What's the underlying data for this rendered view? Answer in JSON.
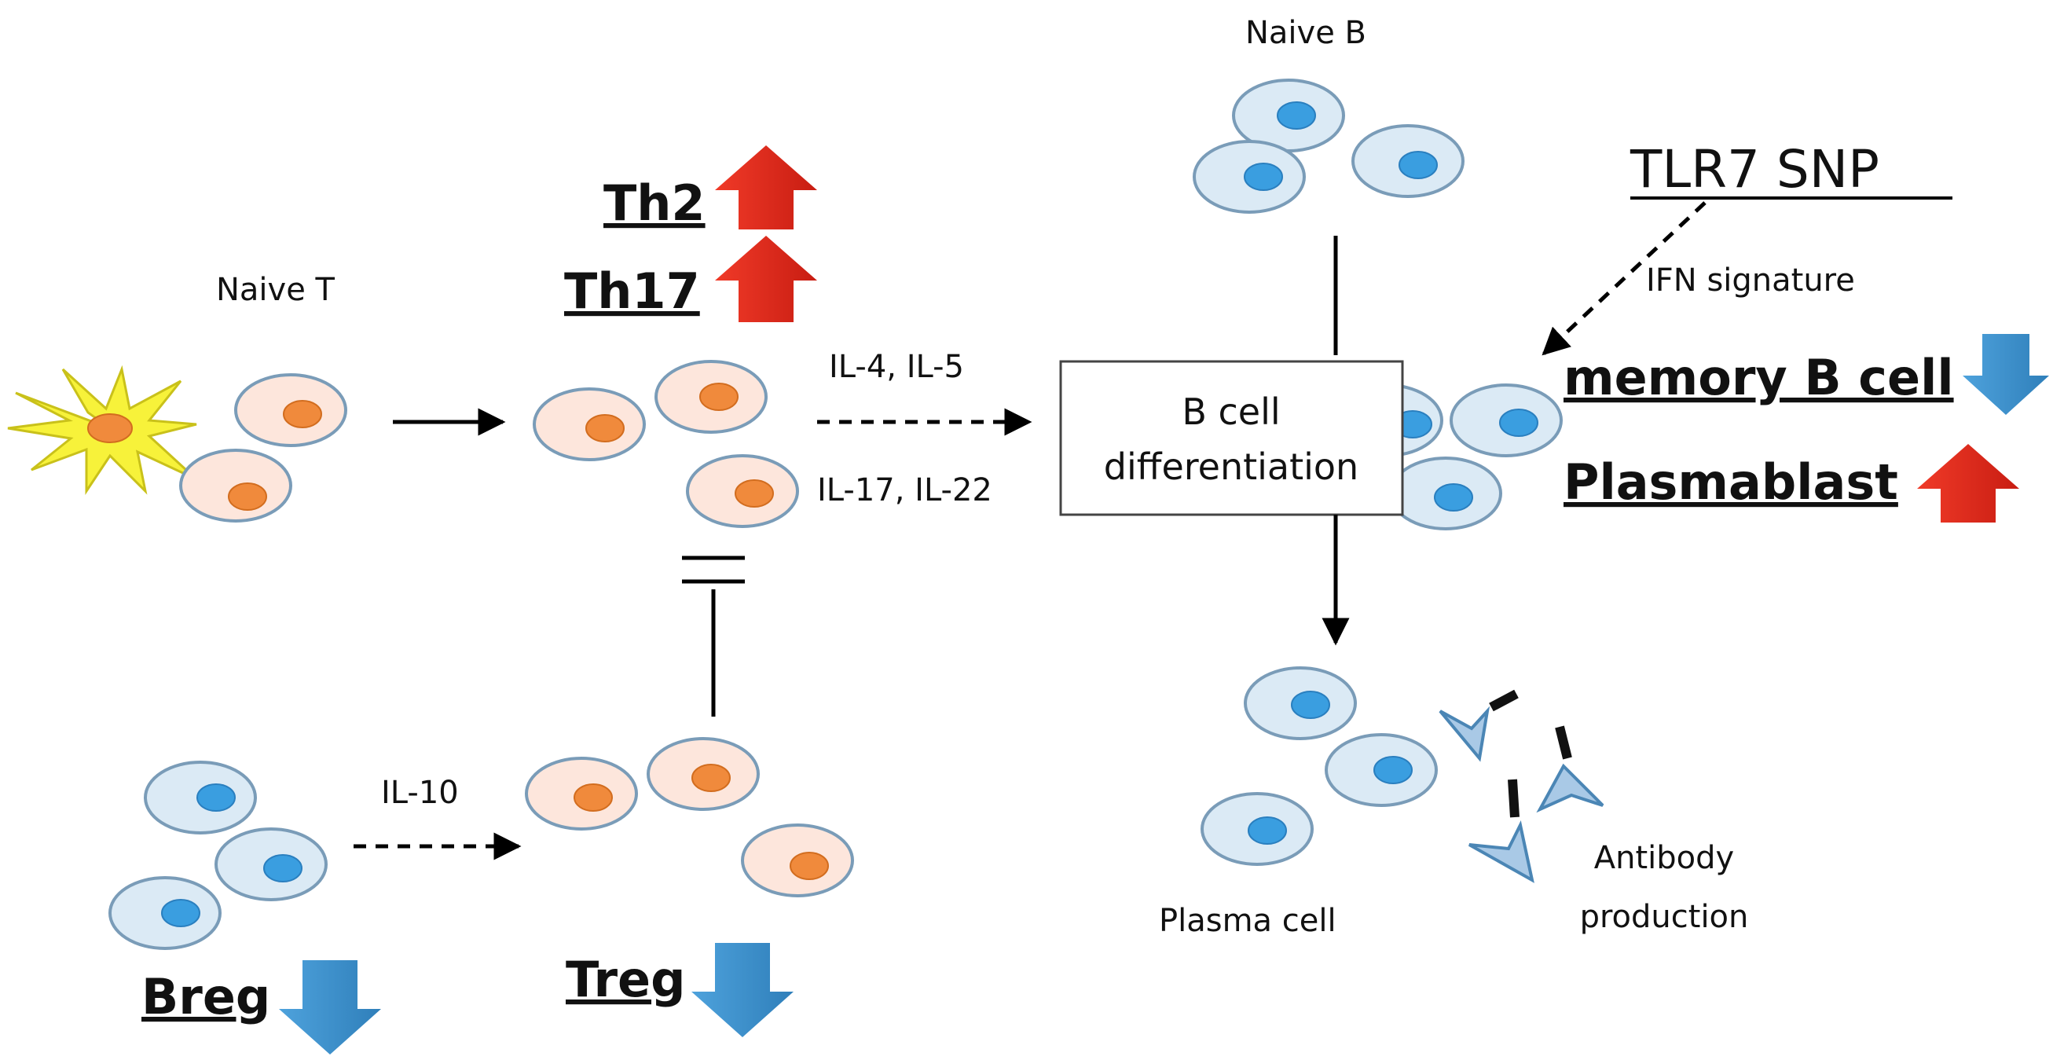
{
  "labels": {
    "naive_t": "Naive T",
    "naive_b": "Naive B",
    "th2": "Th2",
    "th17": "Th17",
    "treg": "Treg",
    "breg": "Breg",
    "tlr7": "TLR7 SNP",
    "ifn": "IFN signature",
    "memory_b": "memory B cell",
    "plasmablast": "Plasmablast",
    "plasma_cell": "Plasma cell",
    "antibody_1": "Antibody",
    "antibody_2": "production",
    "il4_5": "IL-4, IL-5",
    "il17_22": "IL-17, IL-22",
    "il10": "IL-10",
    "box_line1": "B cell",
    "box_line2": "differentiation"
  },
  "colors": {
    "up_arrow": "#e8231a",
    "down_arrow": "#3b8fcc",
    "dendritic": "#f7f23a"
  },
  "trends": {
    "th2": "up",
    "th17": "up",
    "treg": "down",
    "breg": "down",
    "memory_b": "down",
    "plasmablast": "up"
  }
}
